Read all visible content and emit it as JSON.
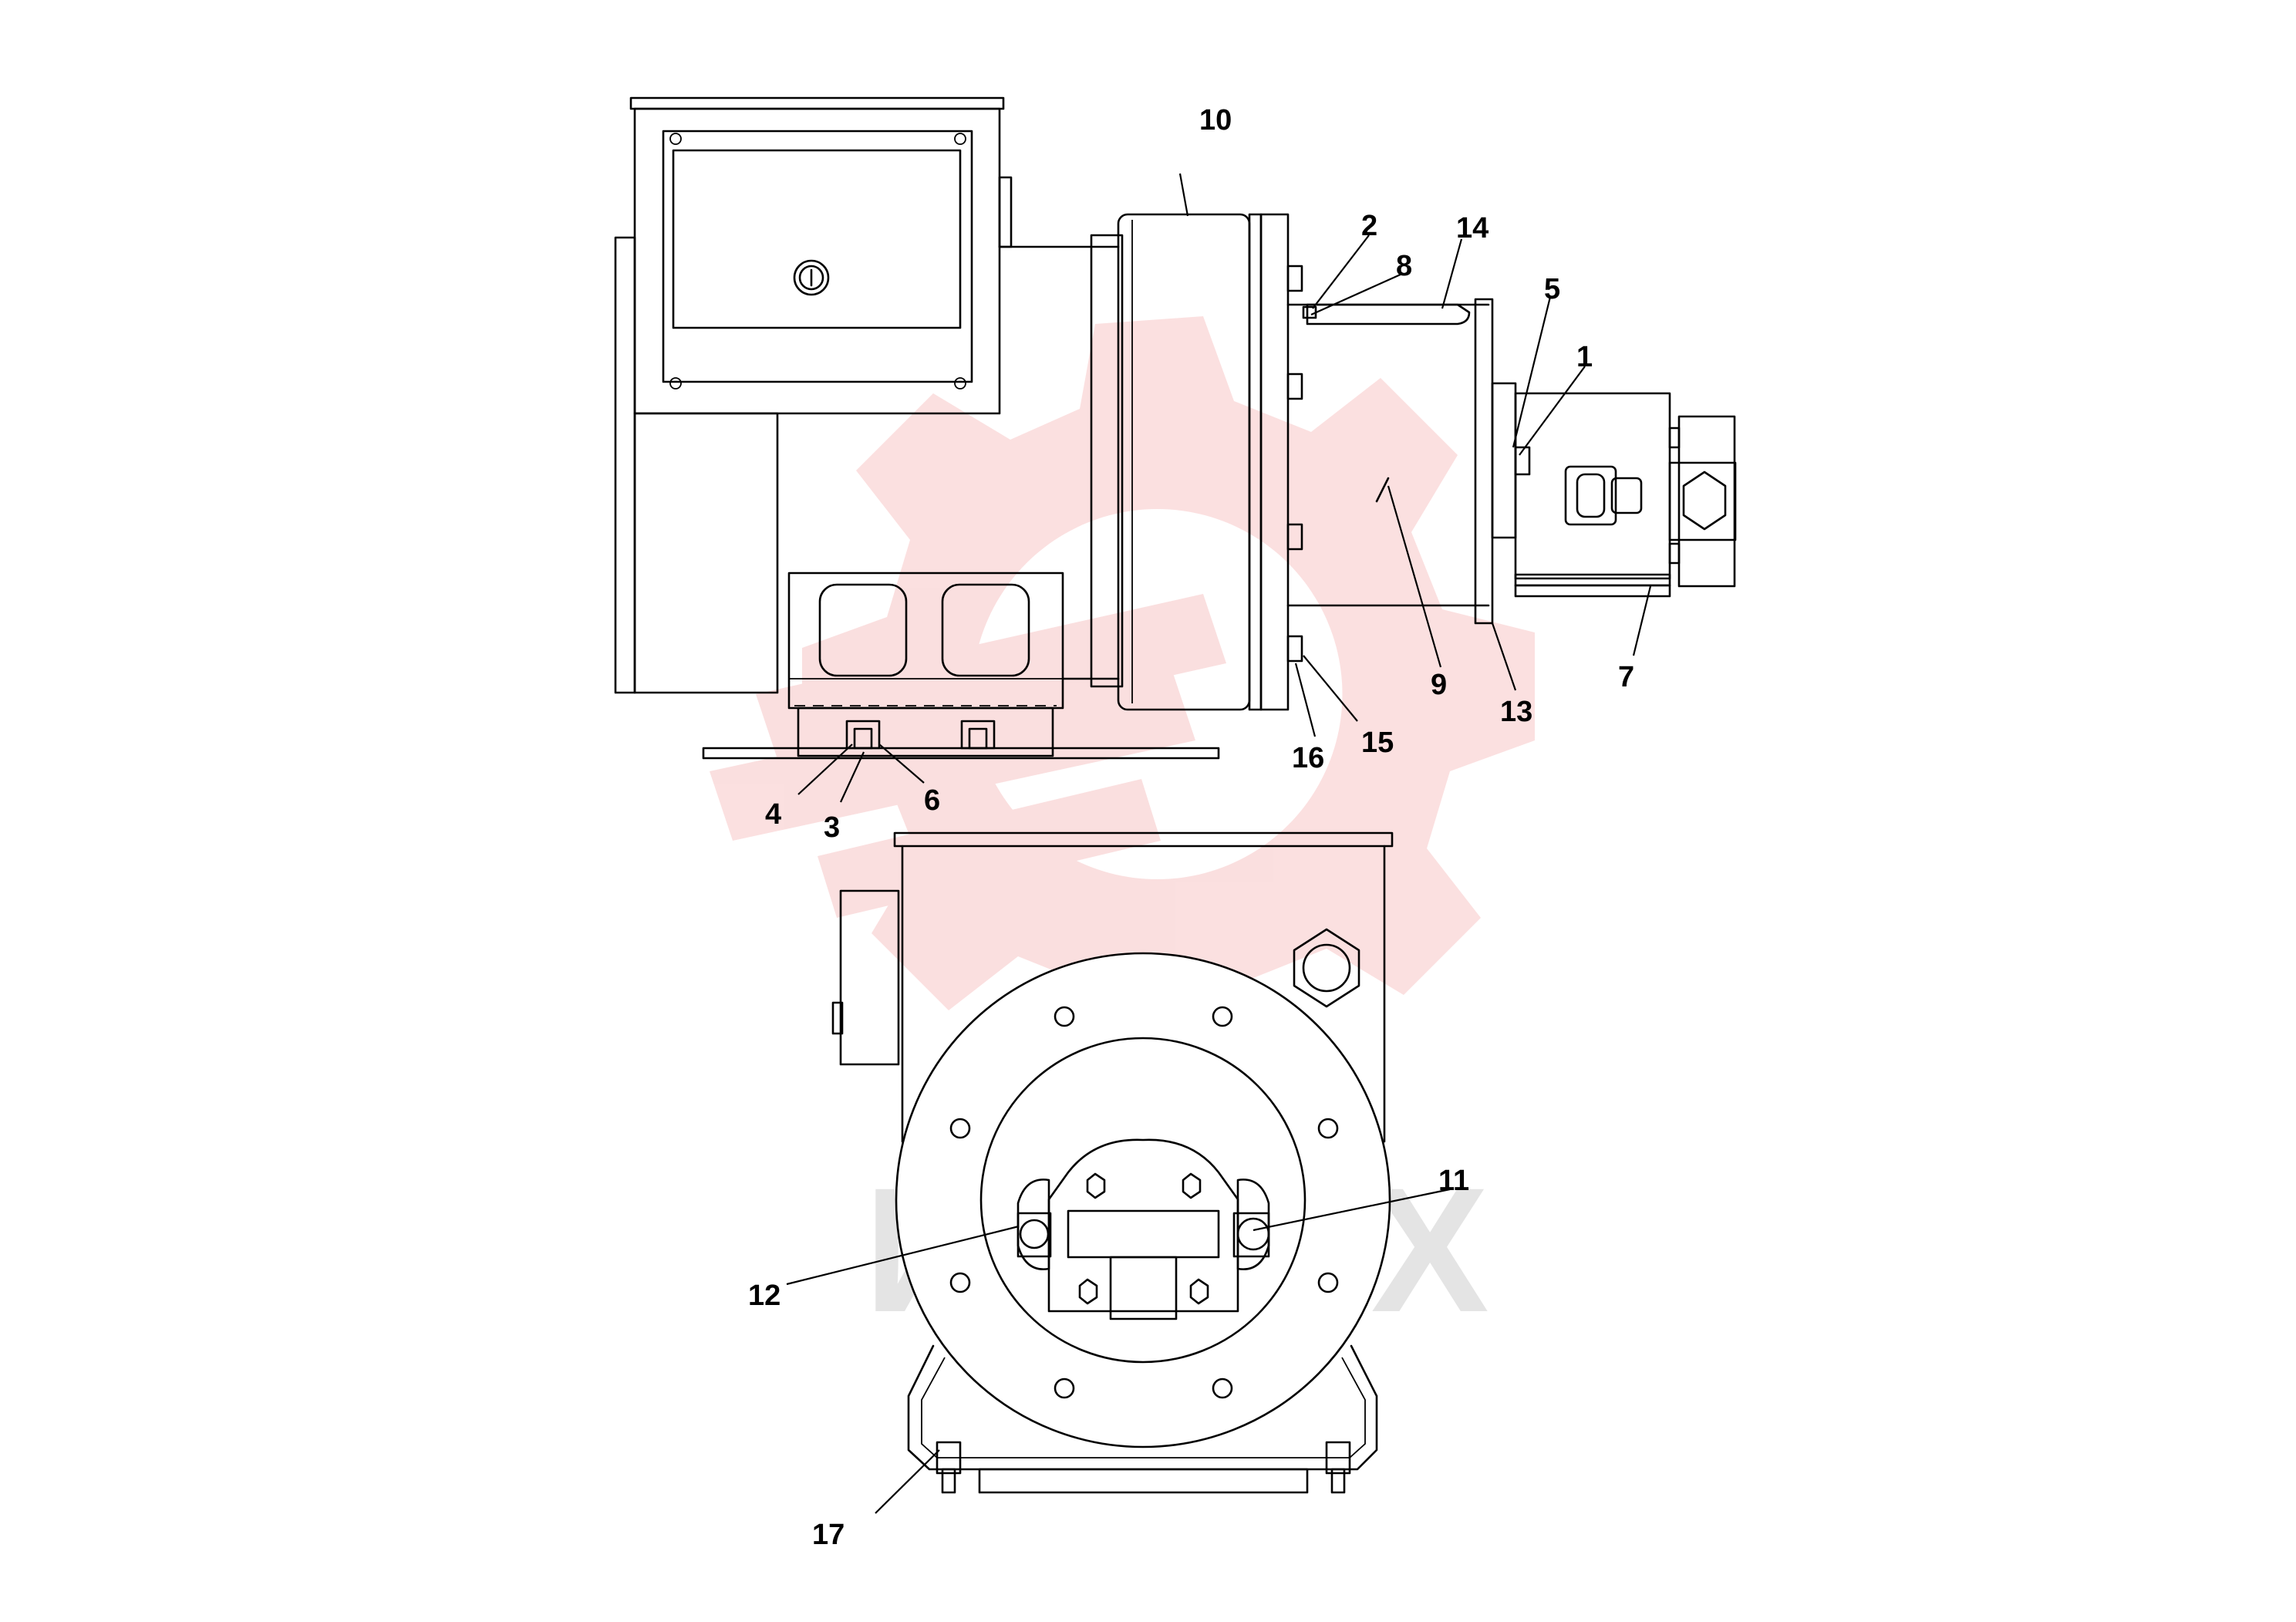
{
  "watermark": {
    "text": "ИНТЕХ",
    "logo_color": "#f7c6c6",
    "text_color": "#cfcfcf"
  },
  "callouts": [
    {
      "id": "1",
      "label": "1"
    },
    {
      "id": "2",
      "label": "2"
    },
    {
      "id": "3",
      "label": "3"
    },
    {
      "id": "4",
      "label": "4"
    },
    {
      "id": "5",
      "label": "5"
    },
    {
      "id": "6",
      "label": "6"
    },
    {
      "id": "7",
      "label": "7"
    },
    {
      "id": "8",
      "label": "8"
    },
    {
      "id": "9",
      "label": "9"
    },
    {
      "id": "10",
      "label": "10"
    },
    {
      "id": "11",
      "label": "11"
    },
    {
      "id": "12",
      "label": "12"
    },
    {
      "id": "13",
      "label": "13"
    },
    {
      "id": "14",
      "label": "14"
    },
    {
      "id": "15",
      "label": "15"
    },
    {
      "id": "16",
      "label": "16"
    },
    {
      "id": "17",
      "label": "17"
    }
  ],
  "colors": {
    "line": "#000000",
    "background": "#ffffff"
  }
}
